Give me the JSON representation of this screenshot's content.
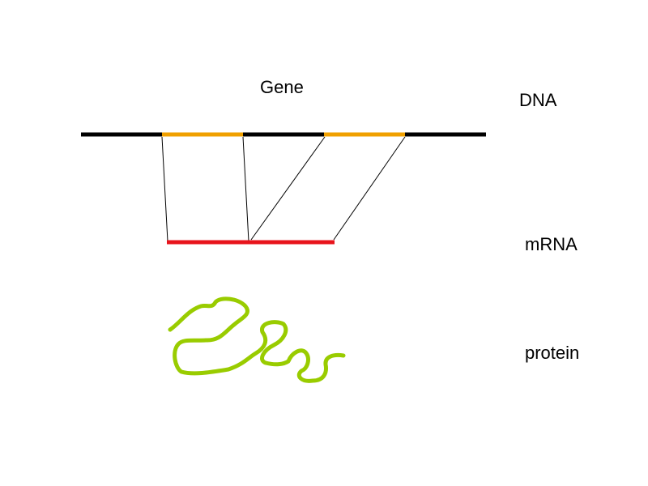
{
  "labels": {
    "gene": "Gene",
    "dna": "DNA",
    "mrna": "mRNA",
    "protein": "protein"
  },
  "colors": {
    "dna_strand": "#000000",
    "exon": "#f0a000",
    "mrna": "#e8141c",
    "protein": "#99cc00",
    "connector": "#000000"
  }
}
